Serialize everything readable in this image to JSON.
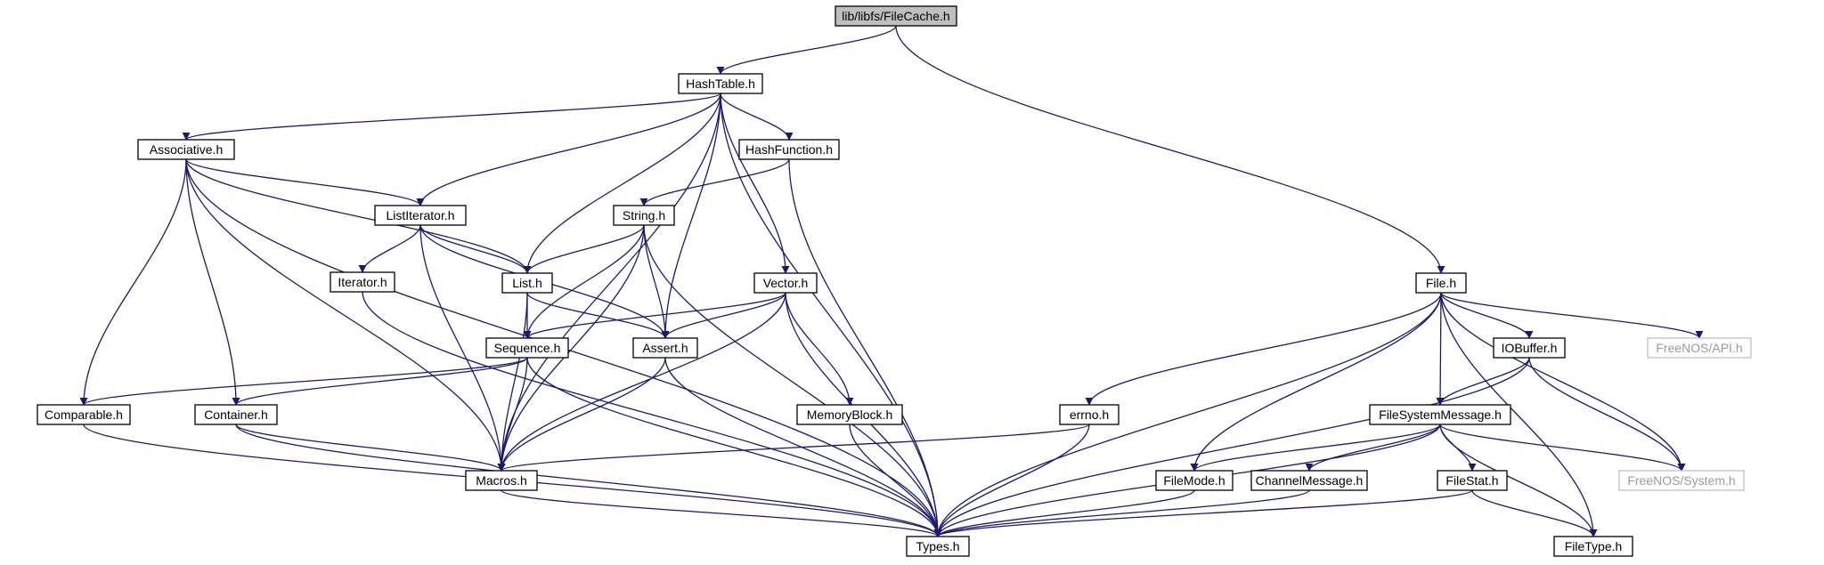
{
  "graph": {
    "edge_color": "#191970",
    "root_fill": "#bfbfbf",
    "external_stroke": "#bfbfbf",
    "nodes": [
      {
        "id": "FileCache",
        "label": "lib/libfs/FileCache.h",
        "kind": "root"
      },
      {
        "id": "HashTable",
        "label": "HashTable.h",
        "kind": "normal"
      },
      {
        "id": "File",
        "label": "File.h",
        "kind": "normal"
      },
      {
        "id": "Associative",
        "label": "Associative.h",
        "kind": "normal"
      },
      {
        "id": "HashFunction",
        "label": "HashFunction.h",
        "kind": "normal"
      },
      {
        "id": "ListIterator",
        "label": "ListIterator.h",
        "kind": "normal"
      },
      {
        "id": "String",
        "label": "String.h",
        "kind": "normal"
      },
      {
        "id": "Iterator",
        "label": "Iterator.h",
        "kind": "normal"
      },
      {
        "id": "List",
        "label": "List.h",
        "kind": "normal"
      },
      {
        "id": "Vector",
        "label": "Vector.h",
        "kind": "normal"
      },
      {
        "id": "Sequence",
        "label": "Sequence.h",
        "kind": "normal"
      },
      {
        "id": "Assert",
        "label": "Assert.h",
        "kind": "normal"
      },
      {
        "id": "IOBuffer",
        "label": "IOBuffer.h",
        "kind": "normal"
      },
      {
        "id": "FreeNOSAPI",
        "label": "FreeNOS/API.h",
        "kind": "external"
      },
      {
        "id": "Comparable",
        "label": "Comparable.h",
        "kind": "normal"
      },
      {
        "id": "Container",
        "label": "Container.h",
        "kind": "normal"
      },
      {
        "id": "MemoryBlock",
        "label": "MemoryBlock.h",
        "kind": "normal"
      },
      {
        "id": "errno",
        "label": "errno.h",
        "kind": "normal"
      },
      {
        "id": "FileSystemMessage",
        "label": "FileSystemMessage.h",
        "kind": "normal"
      },
      {
        "id": "Macros",
        "label": "Macros.h",
        "kind": "normal"
      },
      {
        "id": "FileMode",
        "label": "FileMode.h",
        "kind": "normal"
      },
      {
        "id": "ChannelMessage",
        "label": "ChannelMessage.h",
        "kind": "normal"
      },
      {
        "id": "FileStat",
        "label": "FileStat.h",
        "kind": "normal"
      },
      {
        "id": "FreeNOSSystem",
        "label": "FreeNOS/System.h",
        "kind": "external"
      },
      {
        "id": "Types",
        "label": "Types.h",
        "kind": "normal"
      },
      {
        "id": "FileType",
        "label": "FileType.h",
        "kind": "normal"
      }
    ],
    "edges": [
      [
        "FileCache",
        "HashTable"
      ],
      [
        "FileCache",
        "File"
      ],
      [
        "HashTable",
        "Associative"
      ],
      [
        "HashTable",
        "HashFunction"
      ],
      [
        "HashTable",
        "ListIterator"
      ],
      [
        "HashTable",
        "List"
      ],
      [
        "HashTable",
        "Vector"
      ],
      [
        "HashTable",
        "Assert"
      ],
      [
        "HashTable",
        "Macros"
      ],
      [
        "HashTable",
        "Types"
      ],
      [
        "Associative",
        "ListIterator"
      ],
      [
        "Associative",
        "List"
      ],
      [
        "Associative",
        "Comparable"
      ],
      [
        "Associative",
        "Container"
      ],
      [
        "Associative",
        "Macros"
      ],
      [
        "Associative",
        "Types"
      ],
      [
        "HashFunction",
        "String"
      ],
      [
        "HashFunction",
        "Types"
      ],
      [
        "ListIterator",
        "Iterator"
      ],
      [
        "ListIterator",
        "List"
      ],
      [
        "ListIterator",
        "Assert"
      ],
      [
        "ListIterator",
        "Macros"
      ],
      [
        "String",
        "List"
      ],
      [
        "String",
        "Sequence"
      ],
      [
        "String",
        "Assert"
      ],
      [
        "String",
        "Macros"
      ],
      [
        "String",
        "Types"
      ],
      [
        "Iterator",
        "Types"
      ],
      [
        "List",
        "Sequence"
      ],
      [
        "List",
        "Assert"
      ],
      [
        "List",
        "Macros"
      ],
      [
        "Vector",
        "Sequence"
      ],
      [
        "Vector",
        "Assert"
      ],
      [
        "Vector",
        "MemoryBlock"
      ],
      [
        "Vector",
        "Macros"
      ],
      [
        "Vector",
        "Types"
      ],
      [
        "Sequence",
        "Comparable"
      ],
      [
        "Sequence",
        "Container"
      ],
      [
        "Sequence",
        "Macros"
      ],
      [
        "Sequence",
        "Types"
      ],
      [
        "Assert",
        "Macros"
      ],
      [
        "Assert",
        "Types"
      ],
      [
        "Comparable",
        "Types"
      ],
      [
        "Container",
        "Macros"
      ],
      [
        "Container",
        "Types"
      ],
      [
        "MemoryBlock",
        "Types"
      ],
      [
        "Macros",
        "Types"
      ],
      [
        "File",
        "errno"
      ],
      [
        "File",
        "Types"
      ],
      [
        "File",
        "FileMode"
      ],
      [
        "File",
        "FileSystemMessage"
      ],
      [
        "File",
        "IOBuffer"
      ],
      [
        "File",
        "FreeNOSAPI"
      ],
      [
        "File",
        "FreeNOSSystem"
      ],
      [
        "File",
        "FileType"
      ],
      [
        "errno",
        "Macros"
      ],
      [
        "errno",
        "Types"
      ],
      [
        "IOBuffer",
        "FileSystemMessage"
      ],
      [
        "IOBuffer",
        "Types"
      ],
      [
        "IOBuffer",
        "FreeNOSSystem"
      ],
      [
        "FileSystemMessage",
        "FileMode"
      ],
      [
        "FileSystemMessage",
        "ChannelMessage"
      ],
      [
        "FileSystemMessage",
        "FileStat"
      ],
      [
        "FileSystemMessage",
        "FreeNOSSystem"
      ],
      [
        "FileSystemMessage",
        "Types"
      ],
      [
        "FileSystemMessage",
        "FileType"
      ],
      [
        "FileMode",
        "Types"
      ],
      [
        "ChannelMessage",
        "Types"
      ],
      [
        "FileStat",
        "Types"
      ],
      [
        "FileStat",
        "FileType"
      ]
    ]
  }
}
